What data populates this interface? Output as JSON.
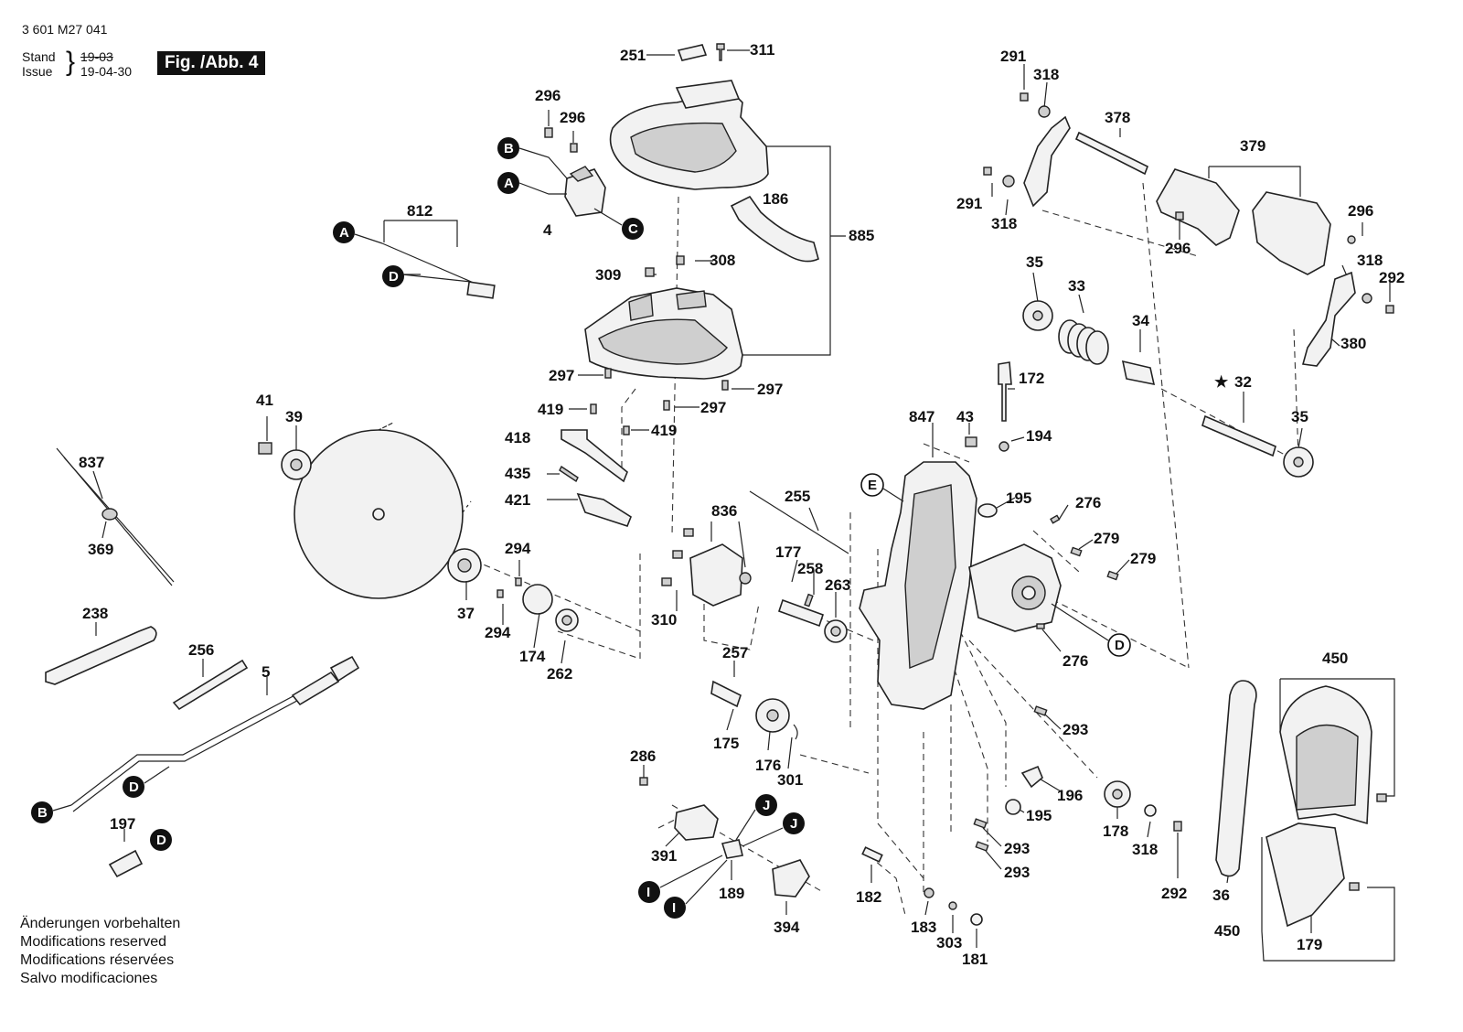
{
  "header": {
    "doc_number": "3 601 M27 041",
    "stand_label": "Stand",
    "issue_label": "Issue",
    "stand_old_date": "19-03",
    "issue_date": "19-04-30",
    "figure_label": "Fig. /Abb. 4"
  },
  "notes": [
    "Änderungen vorbehalten",
    "Modifications reserved",
    "Modifications réservées",
    "Salvo modificaciones"
  ],
  "part_labels": {
    "p251": "251",
    "p311": "311",
    "p296a": "296",
    "p296b": "296",
    "p4": "4",
    "p812": "812",
    "p186": "186",
    "p885": "885",
    "p309": "309",
    "p308": "308",
    "p297a": "297",
    "p297b": "297",
    "p297c": "297",
    "p419a": "419",
    "p419b": "419",
    "p418": "418",
    "p435": "435",
    "p421": "421",
    "p41": "41",
    "p39": "39",
    "p837": "837",
    "p369": "369",
    "p238": "238",
    "p256": "256",
    "p5": "5",
    "p197": "197",
    "p37": "37",
    "p294a": "294",
    "p294b": "294",
    "p174": "174",
    "p262": "262",
    "p836": "836",
    "p310": "310",
    "p255": "255",
    "p177": "177",
    "p258": "258",
    "p263": "263",
    "p257": "257",
    "p175": "175",
    "p176": "176",
    "p301": "301",
    "p286": "286",
    "p391": "391",
    "p189": "189",
    "p394": "394",
    "p182": "182",
    "p183": "183",
    "p303": "303",
    "p181": "181",
    "p847": "847",
    "p43": "43",
    "p172": "172",
    "p194": "194",
    "p195a": "195",
    "p195b": "195",
    "p276a": "276",
    "p276b": "276",
    "p279a": "279",
    "p279b": "279",
    "p293a": "293",
    "p293b": "293",
    "p293c": "293",
    "p196": "196",
    "p178": "178",
    "p318a": "318",
    "p318b": "318",
    "p318c": "318",
    "p318d": "318",
    "p291a": "291",
    "p291b": "291",
    "p378": "378",
    "p379": "379",
    "p296c": "296",
    "p296d": "296",
    "p292a": "292",
    "p292b": "292",
    "p35a": "35",
    "p35b": "35",
    "p33": "33",
    "p34": "34",
    "p32": "32",
    "p380": "380",
    "p36": "36",
    "p450a": "450",
    "p450b": "450",
    "p179": "179"
  },
  "star_mark": "★",
  "callouts": {
    "A": "A",
    "B": "B",
    "C": "C",
    "D": "D",
    "E": "E",
    "I": "I",
    "J": "J"
  }
}
